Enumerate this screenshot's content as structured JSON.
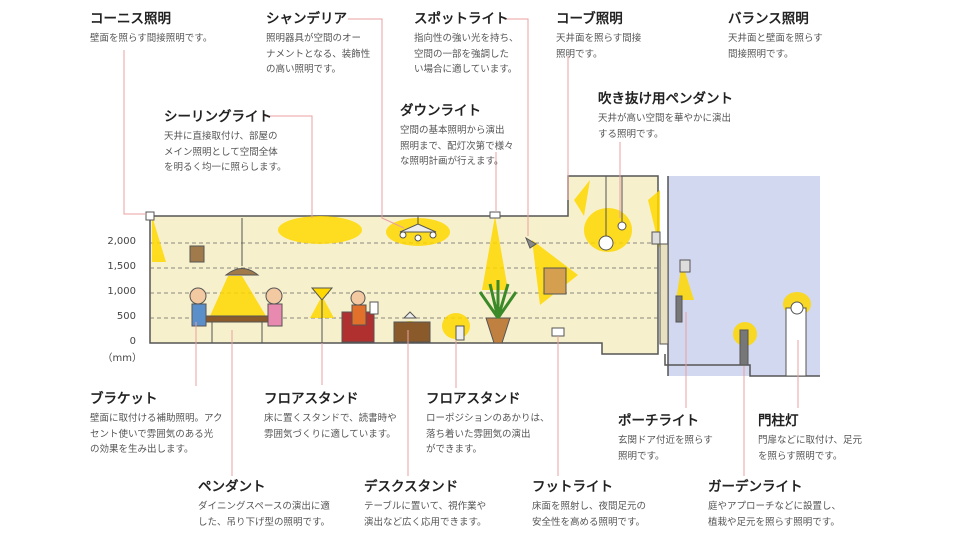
{
  "colors": {
    "room": "#f7f0cc",
    "outdoor": "#d2d8f0",
    "wall": "#555555",
    "light": "#ffd800",
    "leader": "#e8a0a0",
    "text": "#333333"
  },
  "y_axis": {
    "unit": "（mm）",
    "ticks": [
      "2,000",
      "1,500",
      "1,000",
      "500",
      "0"
    ]
  },
  "labels": [
    {
      "id": "cornice",
      "title": "コーニス照明",
      "desc": "壁面を照らす間接照明です。"
    },
    {
      "id": "chandelier",
      "title": "シャンデリア",
      "desc": "照明器具が空間のオー\nナメントとなる、装飾性\nの高い照明です。"
    },
    {
      "id": "spotlight",
      "title": "スポットライト",
      "desc": "指向性の強い光を持ち、\n空間の一部を強調した\nい場合に適しています。"
    },
    {
      "id": "cove",
      "title": "コーブ照明",
      "desc": "天井面を照らす間接\n照明です。"
    },
    {
      "id": "balance",
      "title": "バランス照明",
      "desc": "天井面と壁面を照らす\n間接照明です。"
    },
    {
      "id": "ceiling",
      "title": "シーリングライト",
      "desc": "天井に直接取付け、部屋の\nメイン照明として空間全体\nを明るく均一に照らします。"
    },
    {
      "id": "downlight",
      "title": "ダウンライト",
      "desc": "空間の基本照明から演出\n照明まで、配灯次第で様々\nな照明計画が行えます。"
    },
    {
      "id": "atrium",
      "title": "吹き抜け用ペンダント",
      "desc": "天井が高い空間を華やかに演出\nする照明です。"
    },
    {
      "id": "bracket",
      "title": "ブラケット",
      "desc": "壁面に取付ける補助照明。アク\nセント使いで雰囲気のある光\nの効果を生み出します。"
    },
    {
      "id": "floor1",
      "title": "フロアスタンド",
      "desc": "床に置くスタンドで、読書時や\n雰囲気づくりに適しています。"
    },
    {
      "id": "floor2",
      "title": "フロアスタンド",
      "desc": "ローポジションのあかりは、\n落ち着いた雰囲気の演出\nができます。"
    },
    {
      "id": "porch",
      "title": "ポーチライト",
      "desc": "玄関ドア付近を照らす\n照明です。"
    },
    {
      "id": "gatepost",
      "title": "門柱灯",
      "desc": "門扉などに取付け、足元\nを照らす照明です。"
    },
    {
      "id": "pendant",
      "title": "ペンダント",
      "desc": "ダイニングスペースの演出に適\nした、吊り下げ型の照明です。"
    },
    {
      "id": "desk",
      "title": "デスクスタンド",
      "desc": "テーブルに置いて、視作業や\n演出など広く応用できます。"
    },
    {
      "id": "foot",
      "title": "フットライト",
      "desc": "床面を照射し、夜間足元の\n安全性を高める照明です。"
    },
    {
      "id": "garden",
      "title": "ガーデンライト",
      "desc": "庭やアプローチなどに設置し、\n植栽や足元を照らす照明です。"
    }
  ]
}
